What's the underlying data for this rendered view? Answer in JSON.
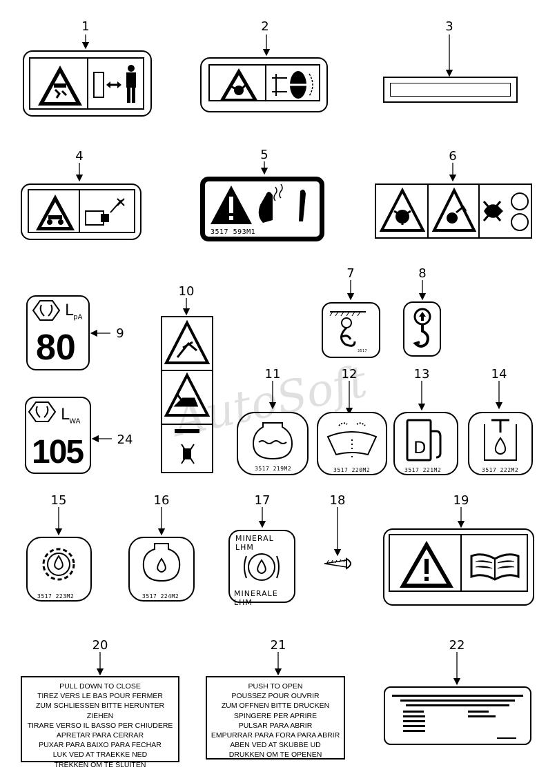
{
  "callouts": [
    "1",
    "2",
    "3",
    "4",
    "5",
    "6",
    "7",
    "8",
    "9",
    "10",
    "11",
    "12",
    "13",
    "14",
    "15",
    "16",
    "17",
    "18",
    "19",
    "20",
    "21",
    "22",
    "24"
  ],
  "codes": {
    "c5": "3517 593M1",
    "c11": "3517 219M2",
    "c12": "3517 220M2",
    "c13": "3517 221M2",
    "c14": "3517 222M2",
    "c15": "3517 223M2",
    "c16": "3517 224M2"
  },
  "noise": {
    "label9": "L",
    "label9_sub": "pA",
    "value9": "80",
    "label24": "L",
    "label24_sub": "WA",
    "value24": "105"
  },
  "fuel_letter": "D",
  "lhm": {
    "top": "MINERAL LHM",
    "bottom": "MINERALE LHM"
  },
  "label20": [
    "PULL DOWN TO CLOSE",
    "TIREZ VERS LE BAS POUR FERMER",
    "ZUM SCHLIESSEN BITTE HERUNTER ZIEHEN",
    "TIRARE VERSO IL BASSO PER CHIUDERE",
    "APRETAR PARA CERRAR",
    "PUXAR PARA BAIXO PARA FECHAR",
    "LUK VED AT TRAEKKE NED",
    "TREKKEN OM TE SLUITEN"
  ],
  "label21": [
    "PUSH TO OPEN",
    "POUSSEZ POUR OUVRIR",
    "ZUM OFFNEN BITTE DRUCKEN",
    "SPINGERE PER APRIRE",
    "PULSAR PARA ABRIR",
    "EMPURRAR PARA FORA PARA ABRIR",
    "ABEN VED AT SKUBBE UD",
    "DRUKKEN OM TE OPENEN"
  ],
  "watermark": "AutoSoft"
}
